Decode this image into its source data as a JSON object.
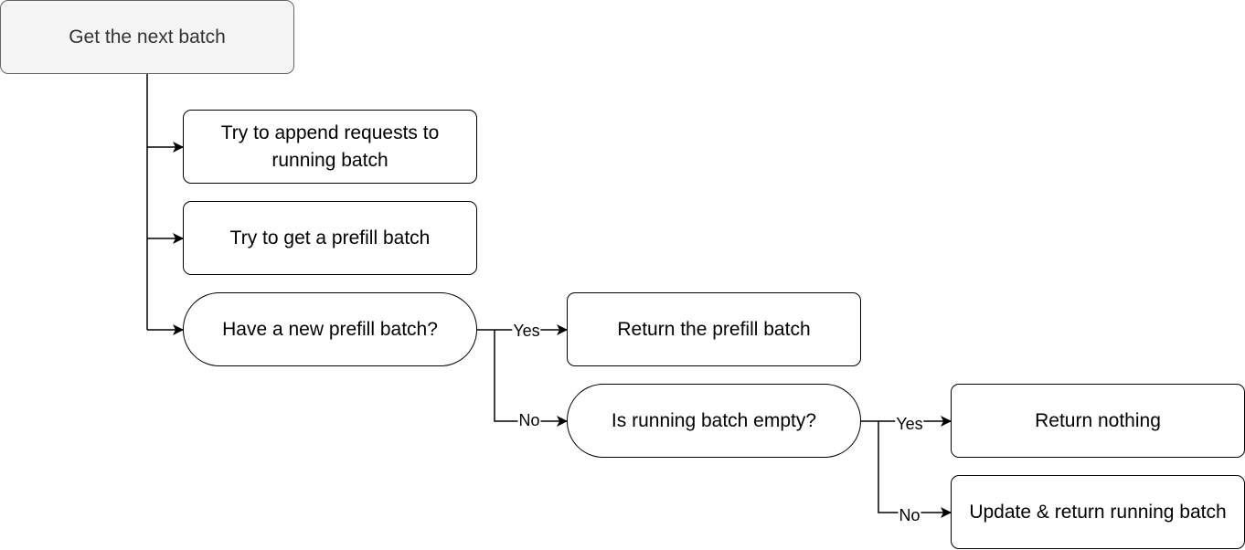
{
  "nodes": {
    "start": "Get the next batch",
    "append": "Try to append requests to running batch",
    "prefill": "Try to get a prefill batch",
    "has_new_prefill": "Have a new prefill batch?",
    "return_prefill": "Return the prefill batch",
    "running_empty": "Is running batch empty?",
    "return_nothing": "Return nothing",
    "update_return": "Update & return running batch"
  },
  "edge_labels": {
    "prefill_yes": "Yes",
    "prefill_no": "No",
    "empty_yes": "Yes",
    "empty_no": "No"
  },
  "colors": {
    "line": "#000000",
    "start_fill": "#f5f5f5",
    "start_border": "#666666",
    "start_text": "#333333"
  }
}
